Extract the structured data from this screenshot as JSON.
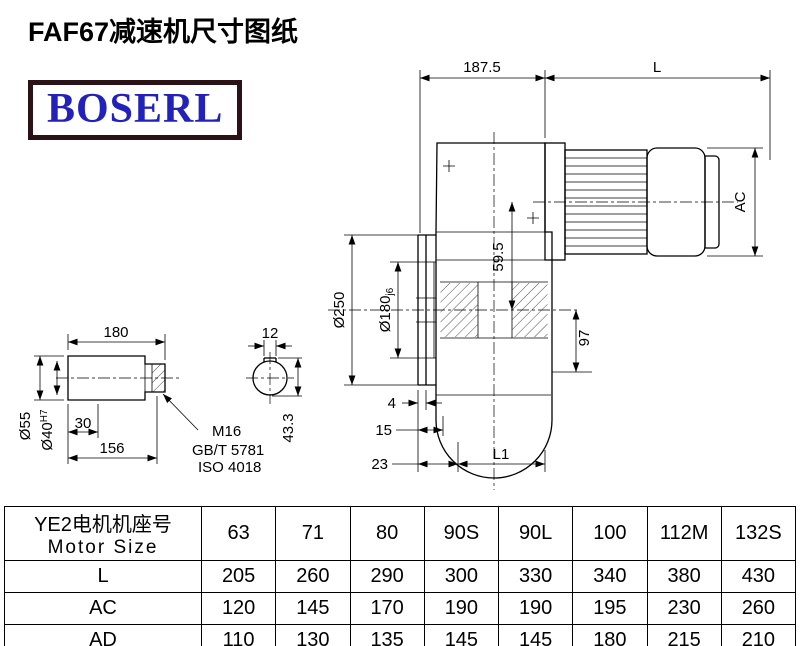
{
  "page": {
    "title": "FAF67减速机尺寸图纸",
    "logo": "BOSERL"
  },
  "drawing": {
    "labels": {
      "top_width": "187.5",
      "motor_length": "L",
      "motor_ac": "AC",
      "flange_od": "Ø250",
      "spigot_d": "Ø180",
      "spigot_tol": "j6",
      "axis_offset": "59.5",
      "bottom_97": "97",
      "flange_4": "4",
      "flange_15": "15",
      "flange_23": "23",
      "l1": "L1",
      "shaft_len": "180",
      "key_w": "12",
      "d55": "Ø55",
      "d40": "Ø40",
      "d40_tol": "H7",
      "len_30": "30",
      "len_156": "156",
      "bolt": "M16",
      "std_gb": "GB/T 5781",
      "std_iso": "ISO 4018",
      "key_h": "43.3"
    }
  },
  "table": {
    "header_cn": "YE2电机机座号",
    "header_en": "Motor Size",
    "columns": [
      "63",
      "71",
      "80",
      "90S",
      "90L",
      "100",
      "112M",
      "132S"
    ],
    "rows": [
      {
        "label": "L",
        "values": [
          "205",
          "260",
          "290",
          "300",
          "330",
          "340",
          "380",
          "430"
        ]
      },
      {
        "label": "AC",
        "values": [
          "120",
          "145",
          "170",
          "190",
          "190",
          "195",
          "230",
          "260"
        ]
      },
      {
        "label": "AD",
        "values": [
          "110",
          "130",
          "135",
          "145",
          "145",
          "180",
          "215",
          "210"
        ]
      }
    ]
  }
}
